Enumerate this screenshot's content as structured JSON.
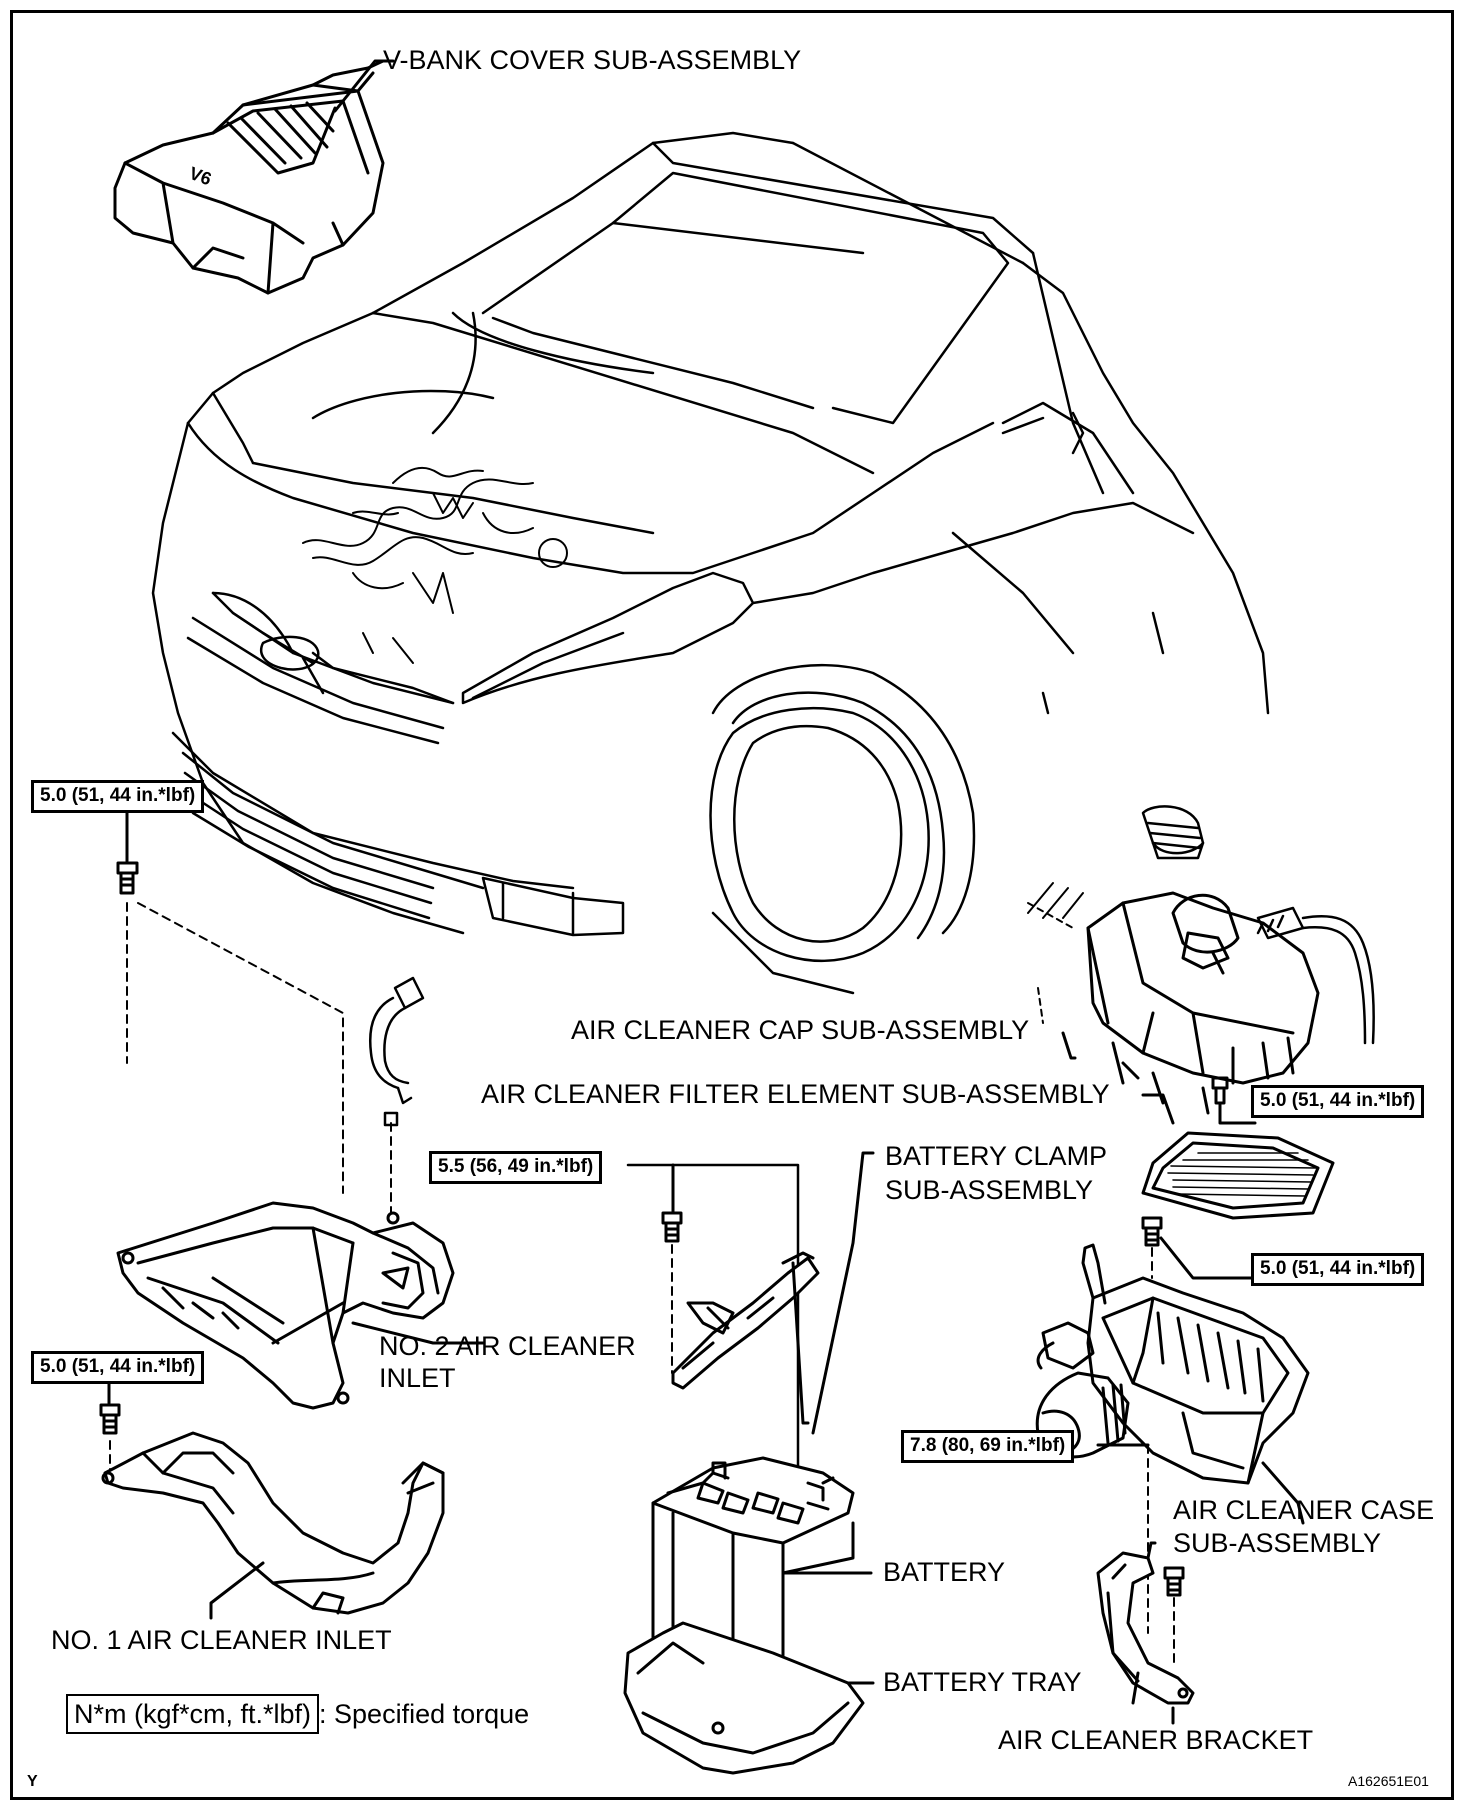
{
  "labels": {
    "vbank": "V-BANK COVER SUB-ASSEMBLY",
    "cap": "AIR CLEANER CAP SUB-ASSEMBLY",
    "filter": "AIR CLEANER FILTER ELEMENT SUB-ASSEMBLY",
    "clamp_1": "BATTERY CLAMP",
    "clamp_2": "SUB-ASSEMBLY",
    "no2_1": "NO. 2 AIR CLEANER",
    "no2_2": "INLET",
    "case_1": "AIR CLEANER CASE",
    "case_2": "SUB-ASSEMBLY",
    "battery": "BATTERY",
    "tray": "BATTERY TRAY",
    "no1": "NO. 1 AIR CLEANER INLET",
    "bracket": "AIR CLEANER BRACKET"
  },
  "torques": {
    "t_left_top": "5.0 (51, 44 in.*lbf)",
    "t_left_mid": "5.0 (51, 44 in.*lbf)",
    "t_clamp": "5.5 (56, 49 in.*lbf)",
    "t_cap": "5.0 (51, 44 in.*lbf)",
    "t_case": "5.0 (51, 44 in.*lbf)",
    "t_bracket": "7.8 (80, 69 in.*lbf)"
  },
  "legend": {
    "unit": "N*m (kgf*cm, ft.*lbf)",
    "text": ": Specified torque"
  },
  "footer": {
    "left": "Y",
    "right": "A162651E01"
  },
  "engine_badge": "V6"
}
